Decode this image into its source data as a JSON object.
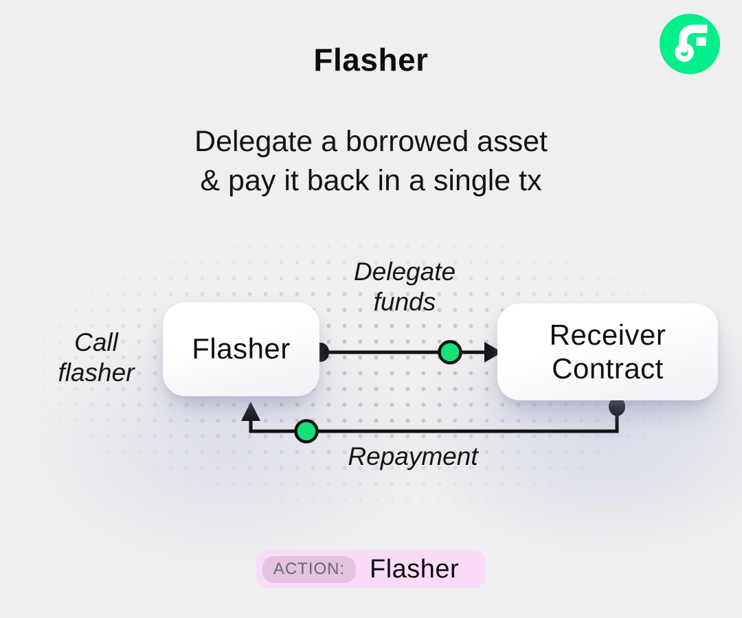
{
  "header": {
    "title": "Flasher",
    "subtitle_line1": "Delegate a borrowed asset",
    "subtitle_line2": "& pay it back in a single tx"
  },
  "logo": {
    "name": "flow-brand-logo",
    "brand_green": "#00EF8B"
  },
  "diagram": {
    "nodes": {
      "flasher": {
        "label": "Flasher"
      },
      "receiver": {
        "label_line1": "Receiver",
        "label_line2": "Contract"
      }
    },
    "edges": {
      "delegate": {
        "label_line1": "Delegate",
        "label_line2": "funds",
        "from": "Flasher",
        "to": "Receiver Contract"
      },
      "repayment": {
        "label": "Repayment",
        "from": "Receiver Contract",
        "to": "Flasher"
      }
    },
    "caller_label": {
      "line1": "Call",
      "line2": "flasher"
    },
    "colors": {
      "token_green": "#15E17B",
      "line_black": "#101010",
      "dot_grid_gray": "#C3C3C6"
    }
  },
  "action_badge": {
    "label": "ACTION:",
    "value": "Flasher",
    "bg": "#F9DBF7",
    "label_bg": "#E4C3DF",
    "label_color": "#6E676E"
  }
}
